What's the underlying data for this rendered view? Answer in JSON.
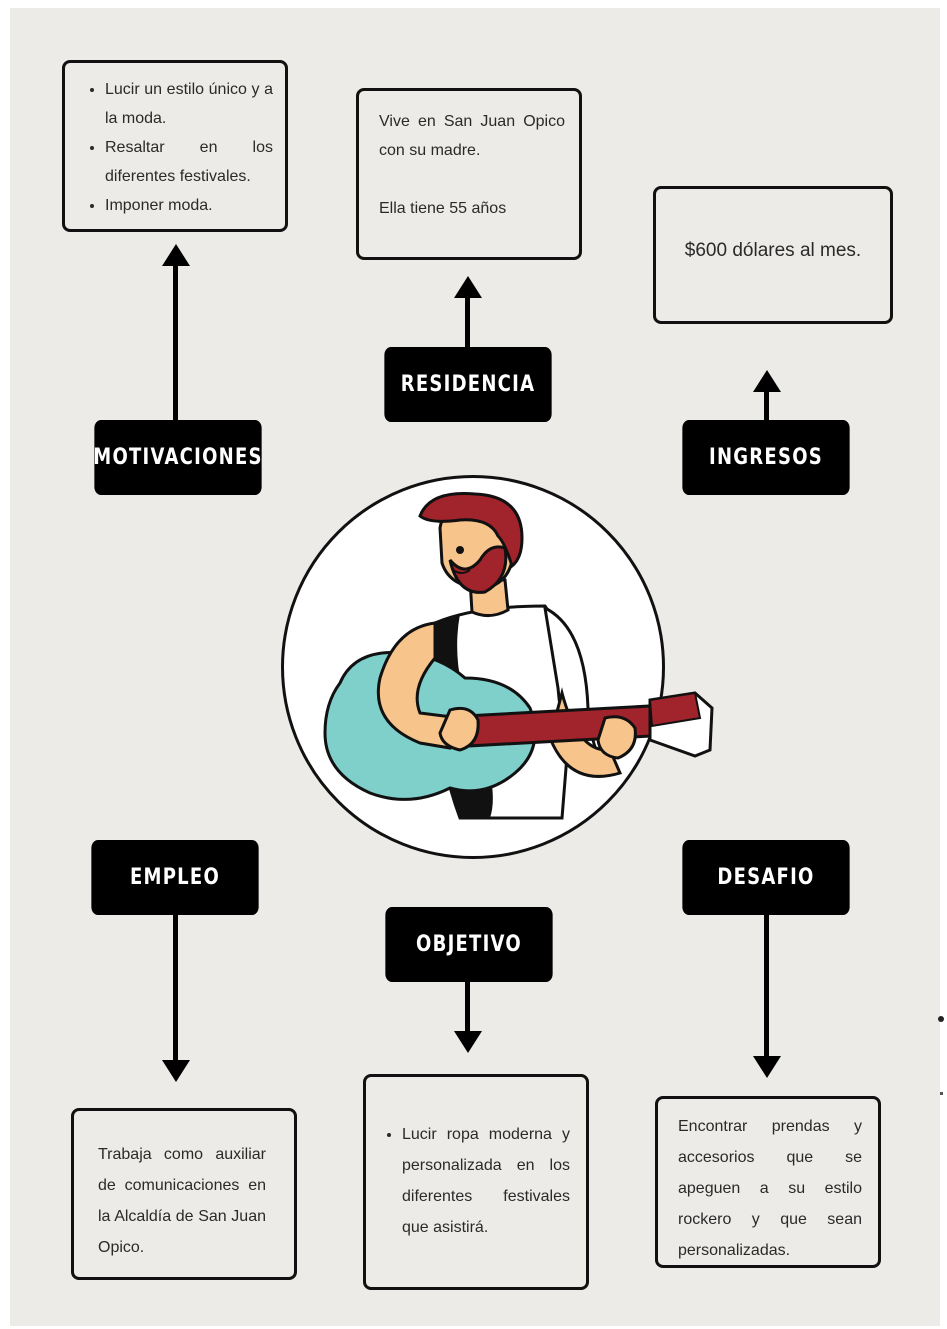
{
  "motivaciones": {
    "label": "MOTIVACIONES",
    "items": [
      "Lucir un estilo único y a la moda.",
      "Resaltar en los diferentes festivales.",
      "Imponer moda."
    ]
  },
  "residencia": {
    "label": "RESIDENCIA",
    "line1": "Vive en San Juan Opico con su madre.",
    "line2": "Ella tiene 55 años"
  },
  "ingresos": {
    "label": "INGRESOS",
    "text": "$600 dólares al mes."
  },
  "empleo": {
    "label": "EMPLEO",
    "text": "Trabaja como auxiliar de comunicaciones en la Alcaldía de San Juan Opico."
  },
  "objetivo": {
    "label": "OBJETIVO",
    "items": [
      "Lucir ropa moderna y personalizada en los diferentes festivales que asistirá."
    ]
  },
  "desafio": {
    "label": "DESAFIO",
    "text": "Encontrar prendas y accesorios que se apeguen a su estilo rockero y que sean personalizadas."
  },
  "colors": {
    "background": "#ecebe7",
    "label_bg": "#000000",
    "guitar_body": "#7fcfcb",
    "guitar_neck": "#a1232b",
    "hair": "#a1232b",
    "skin": "#f7c58c"
  },
  "icons": {
    "center": "guitar-player-illustration"
  }
}
